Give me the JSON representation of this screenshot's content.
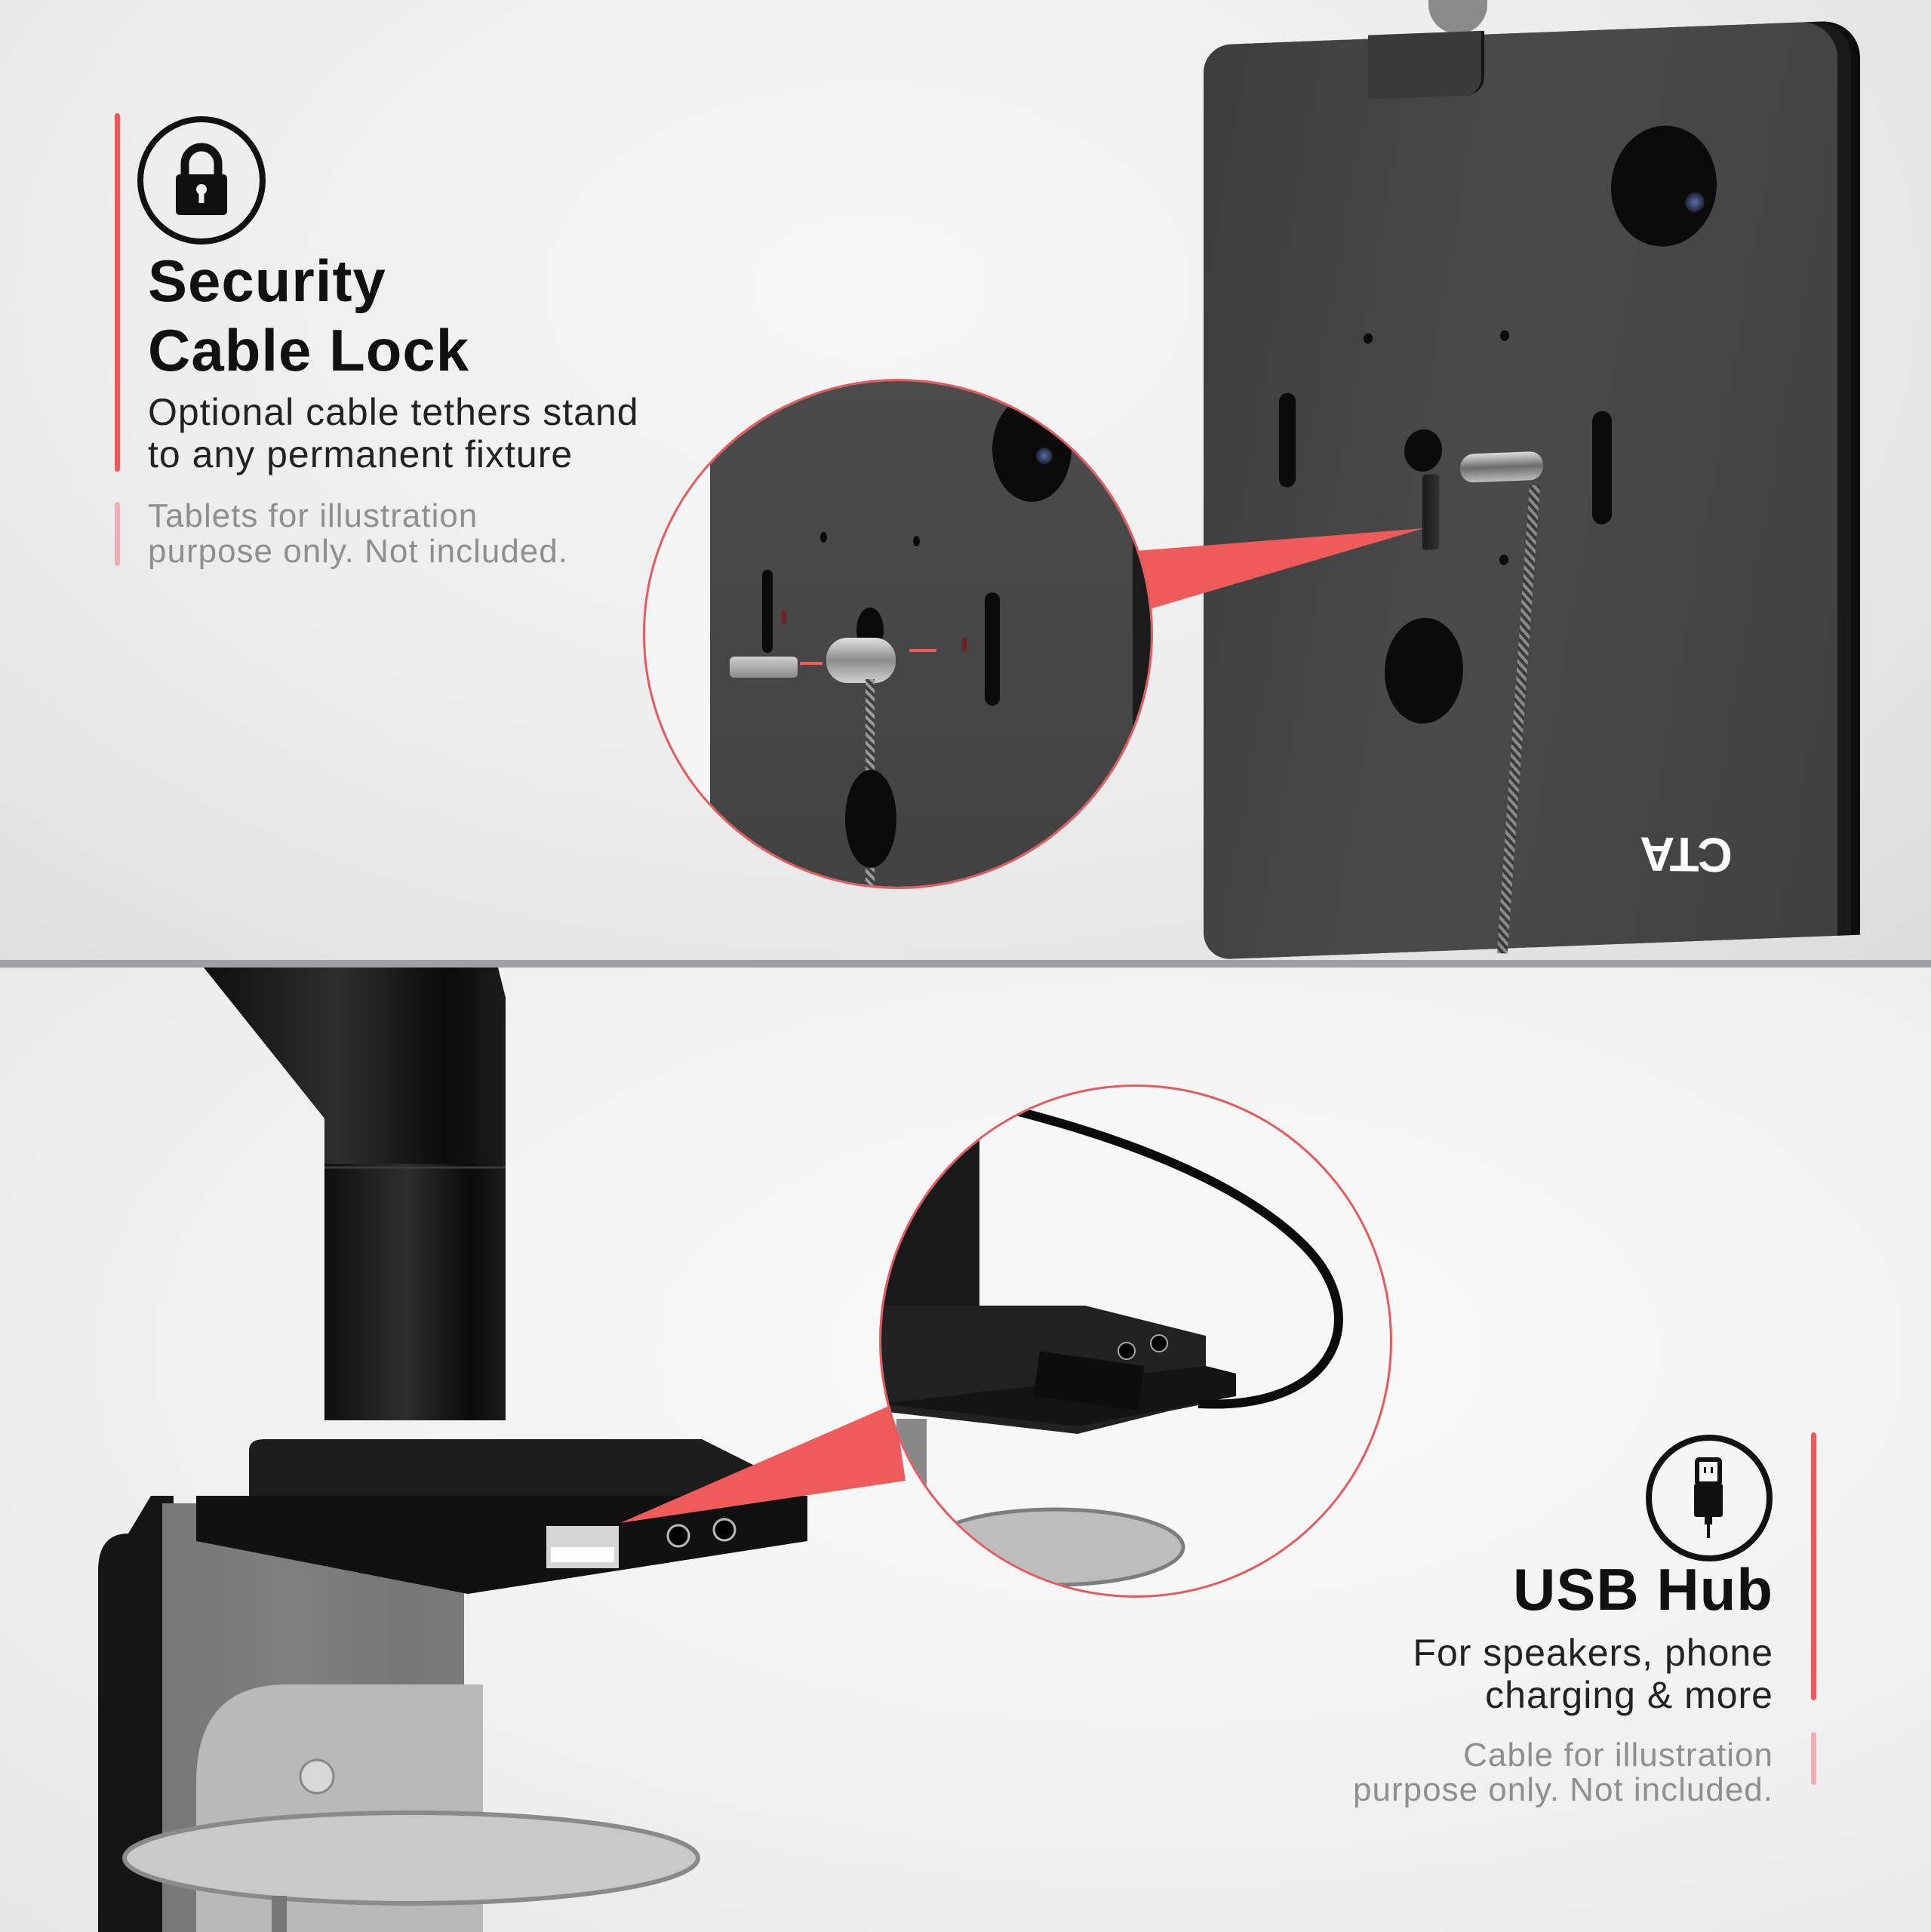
{
  "sections": {
    "security": {
      "icon": "lock-icon",
      "title_line1": "Security",
      "title_line2": "Cable Lock",
      "description_line1": "Optional cable tethers stand",
      "description_line2": "to any permanent fixture",
      "note_line1": "Tablets for illustration",
      "note_line2": "purpose only. Not included."
    },
    "usb": {
      "icon": "usb-plug-icon",
      "title": "USB Hub",
      "description_line1": "For speakers, phone",
      "description_line2": "charging & more",
      "note_line1": "Cable for illustration",
      "note_line2": "purpose only. Not included."
    }
  },
  "product": {
    "brand_logo": "CTA"
  },
  "colors": {
    "accent": "#e85a5e",
    "accent_faint": "#eab0b3",
    "beam": "#ef5a5a",
    "divider": "#9e9ea3",
    "title_text": "#111111",
    "note_text": "#8f8f8f"
  }
}
